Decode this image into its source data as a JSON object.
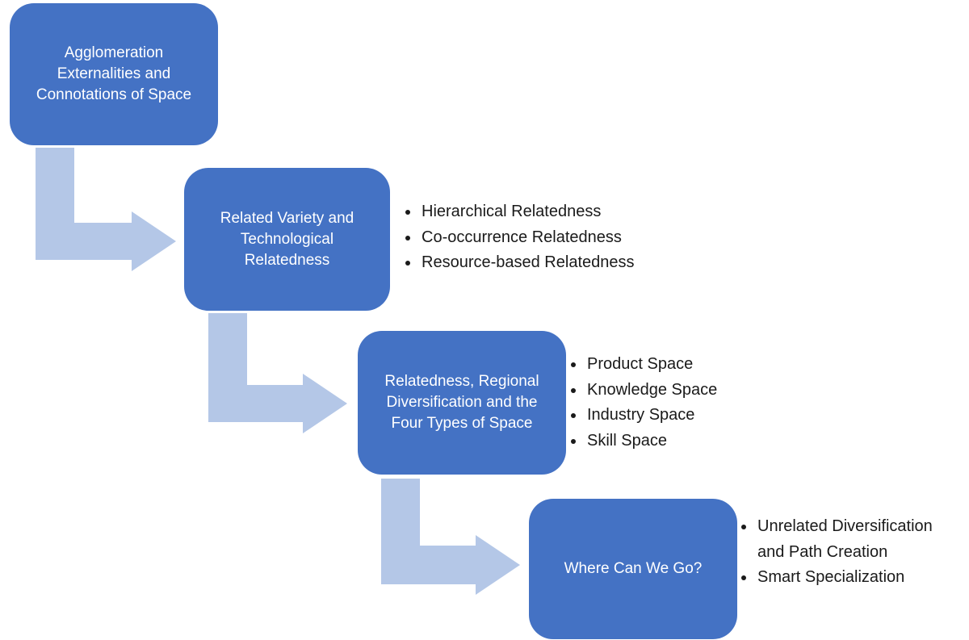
{
  "colors": {
    "box_fill": "#4472C4",
    "box_text": "#FFFFFF",
    "arrow_fill": "#B4C7E7",
    "bullet_text": "#1A1A1A",
    "background": "#FFFFFF"
  },
  "boxes": [
    {
      "label": "Agglomeration Externalities and Connotations of Space"
    },
    {
      "label": "Related Variety and Technological Relatedness"
    },
    {
      "label": "Relatedness, Regional Diversification and the Four Types of Space"
    },
    {
      "label": "Where Can We Go?"
    }
  ],
  "bullet_lists": [
    {
      "items": [
        "Hierarchical Relatedness",
        "Co-occurrence Relatedness",
        "Resource-based Relatedness"
      ]
    },
    {
      "items": [
        "Product Space",
        "Knowledge Space",
        "Industry Space",
        "Skill Space"
      ]
    },
    {
      "items": [
        "Unrelated Diversification and Path Creation",
        "Smart Specialization"
      ]
    }
  ]
}
